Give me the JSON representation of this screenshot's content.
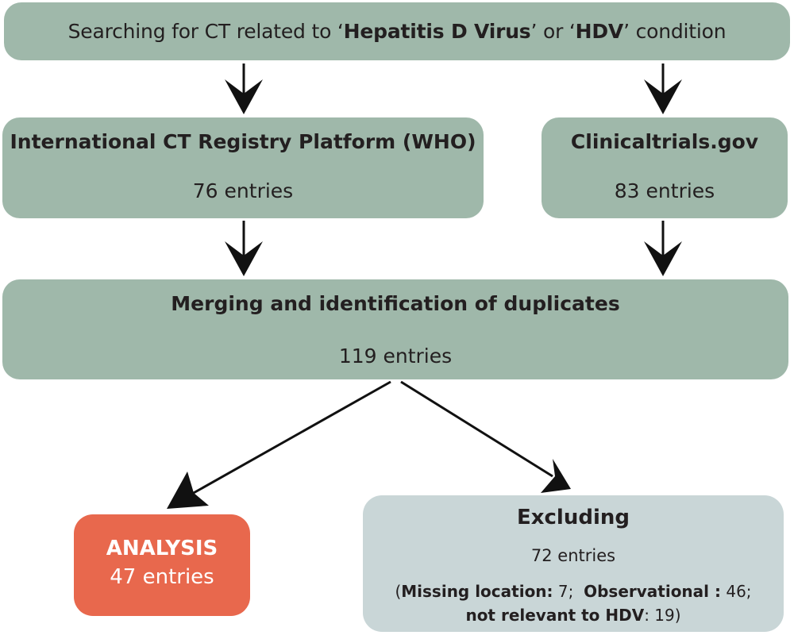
{
  "search": {
    "prefix": "Searching for CT related to ‘",
    "term1": "Hepatitis D Virus",
    "middle": "’ or ‘",
    "term2": "HDV",
    "suffix": "’ condition"
  },
  "sources": {
    "who": {
      "title": "International CT Registry Platform (WHO)",
      "count": "76 entries"
    },
    "ctgov": {
      "title": "Clinicaltrials.gov",
      "count": "83 entries"
    }
  },
  "merge": {
    "title": "Merging and identification of duplicates",
    "count": "119 entries"
  },
  "analysis": {
    "title": "ANALYSIS",
    "count": "47 entries"
  },
  "excluding": {
    "title": "Excluding",
    "count": "72 entries",
    "open": "(",
    "missing_label": "Missing location:",
    "missing_value": " 7;",
    "observational_label": "Observational :",
    "observational_value": " 46;",
    "irrelevant_label": "not relevant to HDV",
    "irrelevant_value": ": 19)"
  },
  "colors": {
    "box_green": "#9fb8aa",
    "box_grey": "#c9d6d7",
    "analysis_orange": "#e8684d",
    "arrow": "#111111"
  }
}
